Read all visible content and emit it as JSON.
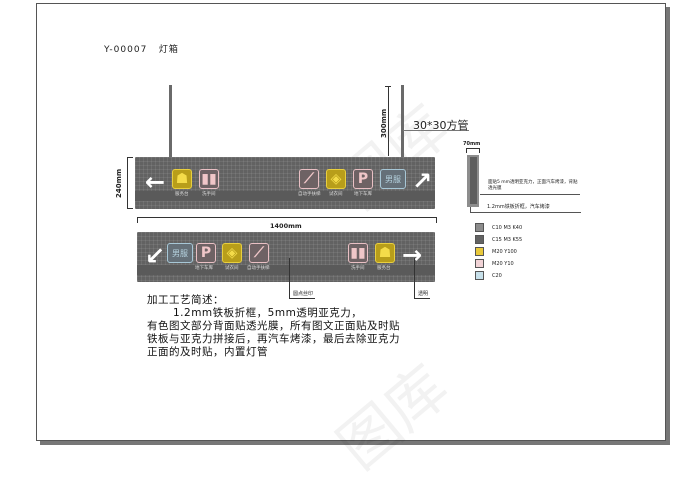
{
  "header": {
    "code": "Y-00007",
    "title": "灯箱"
  },
  "dimensions": {
    "pole_height": "300mm",
    "sign_height": "240mm",
    "sign_width": "1400mm",
    "depth": "70mm",
    "tube": "30*30方管"
  },
  "sign_top": {
    "left_arrow": "←",
    "right_arrow": "↗",
    "left_icons": [
      {
        "type": "service-desk",
        "color": "yellow",
        "caption": "服务台"
      },
      {
        "type": "restroom",
        "color": "pink",
        "caption": "洗手间"
      }
    ],
    "right_icons": [
      {
        "type": "escalator",
        "color": "pink",
        "caption": "自动手扶梯"
      },
      {
        "type": "fitting-room",
        "color": "yellow",
        "caption": "试衣间"
      },
      {
        "type": "parking",
        "color": "pink",
        "glyph": "P",
        "caption": "地下车库"
      },
      {
        "type": "mens-wear",
        "color": "blue",
        "glyph": "男服",
        "caption": ""
      }
    ]
  },
  "sign_bottom": {
    "left_arrow": "↙",
    "right_arrow": "→",
    "left_icons": [
      {
        "type": "mens-wear",
        "color": "blue",
        "glyph": "男服",
        "caption": ""
      },
      {
        "type": "parking",
        "color": "pink",
        "glyph": "P",
        "caption": "地下车库"
      },
      {
        "type": "fitting-room",
        "color": "yellow",
        "caption": "试衣间"
      },
      {
        "type": "escalator",
        "color": "pink",
        "caption": "自动手扶梯"
      }
    ],
    "right_icons": [
      {
        "type": "restroom",
        "color": "pink",
        "caption": "洗手间"
      },
      {
        "type": "service-desk",
        "color": "yellow",
        "caption": "服务台"
      }
    ],
    "callout_dots": "圆点丝印",
    "callout_clear": "透明"
  },
  "side_view": {
    "note_front": "面贴5 mm透明亚克力，正面汽车烤漆，背贴透光膜",
    "note_frame": "1.2mm铁板折框，汽车烤漆"
  },
  "legend": [
    {
      "label": "C10 M3 K40",
      "color": "#8c8c8c"
    },
    {
      "label": "C15 M3 K55",
      "color": "#626262"
    },
    {
      "label": "M20 Y100",
      "color": "#e9c93a"
    },
    {
      "label": "M20 Y10",
      "color": "#f1d3d6"
    },
    {
      "label": "C20",
      "color": "#c7e0ea"
    }
  ],
  "process_notes": {
    "heading": "加工工艺简述：",
    "lines": [
      "1.2mm铁板折框，5mm透明亚克力，",
      "有色图文部分背面贴透光膜，所有图文正面贴及时贴",
      "铁板与亚克力拼接后，再汽车烤漆，最后去除亚克力",
      "正面的及时贴，内置灯管"
    ]
  },
  "watermark": "图库"
}
